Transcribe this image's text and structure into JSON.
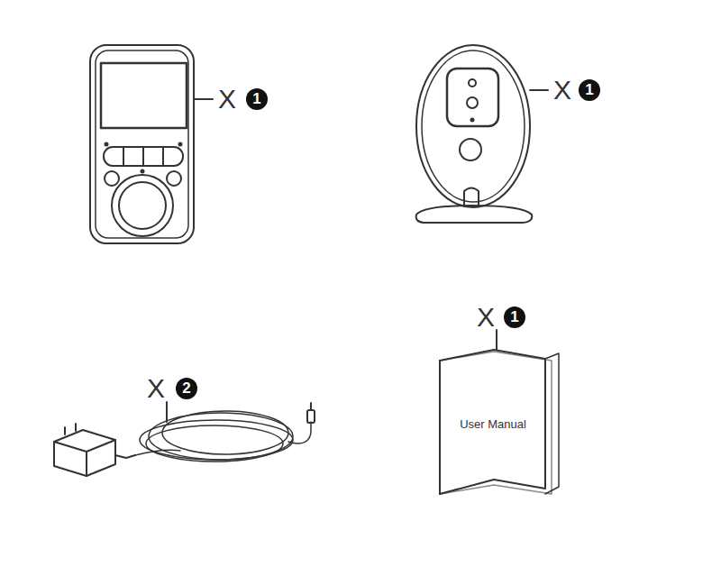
{
  "diagram": {
    "labels": [
      "X",
      "1",
      "X",
      "1",
      "X",
      "2",
      "X",
      "1",
      "User Manual"
    ]
  }
}
